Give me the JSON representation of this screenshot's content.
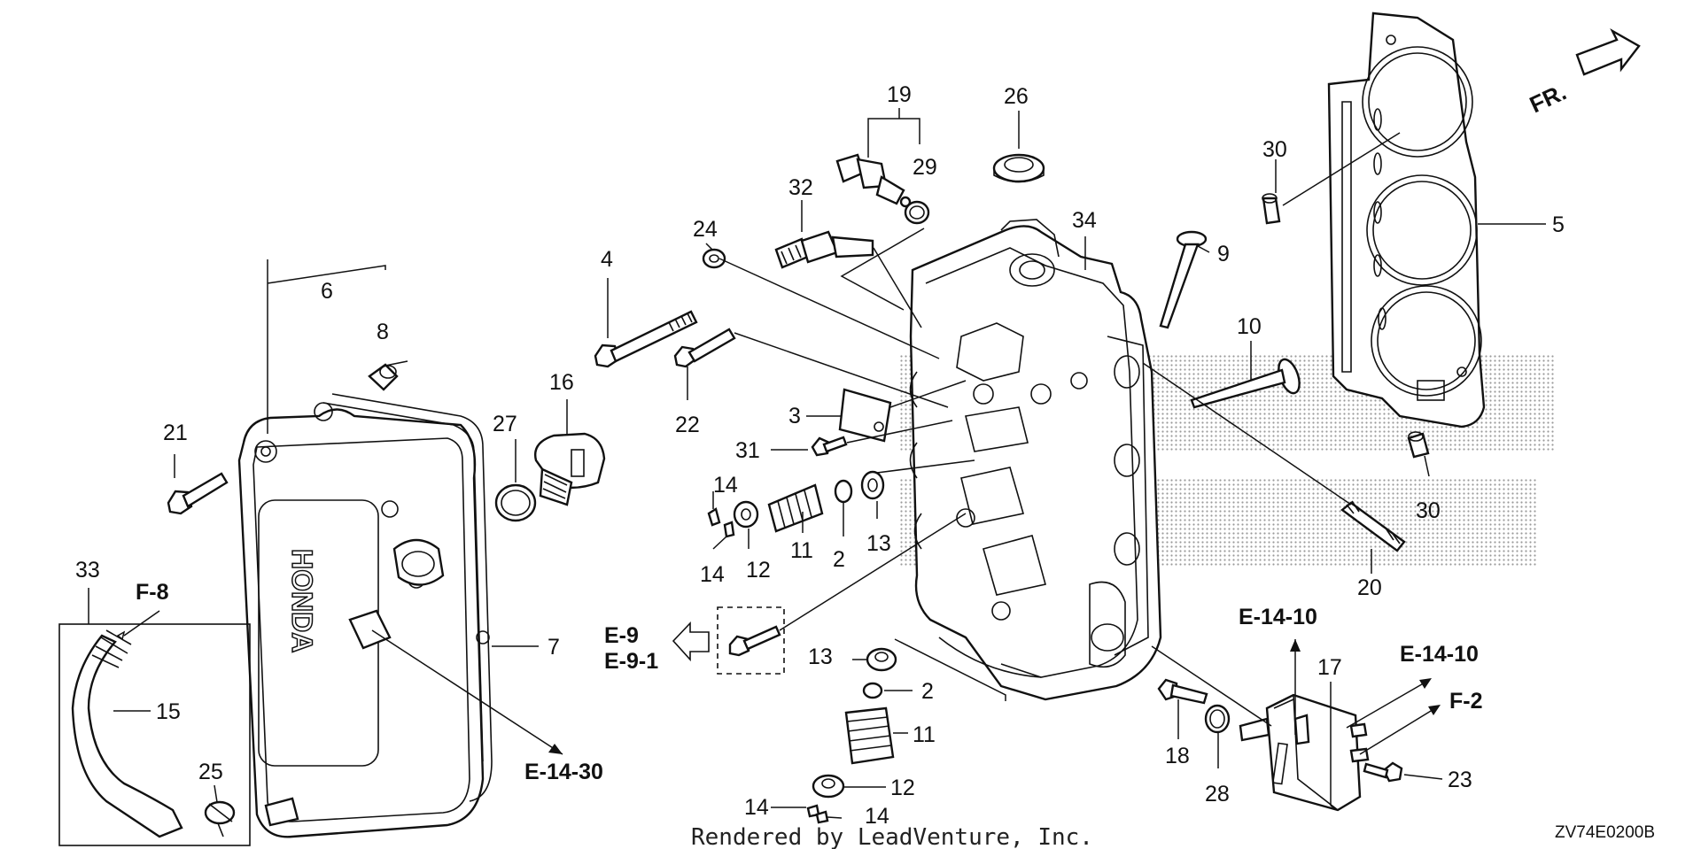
{
  "diagram": {
    "callouts": {
      "c2a": "2",
      "c2b": "2",
      "c3": "3",
      "c4": "4",
      "c5": "5",
      "c6": "6",
      "c7": "7",
      "c8": "8",
      "c9": "9",
      "c10": "10",
      "c11a": "11",
      "c11b": "11",
      "c12a": "12",
      "c12b": "12",
      "c13a": "13",
      "c13b": "13",
      "c14a": "14",
      "c14b": "14",
      "c14c": "14",
      "c14d": "14",
      "c15": "15",
      "c16": "16",
      "c17": "17",
      "c18": "18",
      "c19": "19",
      "c20": "20",
      "c21": "21",
      "c22": "22",
      "c23": "23",
      "c24": "24",
      "c25": "25",
      "c26": "26",
      "c27": "27",
      "c28": "28",
      "c29": "29",
      "c30a": "30",
      "c30b": "30",
      "c31": "31",
      "c32": "32",
      "c33": "33",
      "c34": "34"
    },
    "refs": {
      "f8": "F-8",
      "e9": "E-9",
      "e91": "E-9-1",
      "e1430": "E-14-30",
      "e1410a": "E-14-10",
      "e1410b": "E-14-10",
      "f2": "F-2"
    },
    "direction_label": "FR.",
    "credit": "Rendered by LeadVenture, Inc.",
    "drawing_code": "ZV74E0200B"
  }
}
